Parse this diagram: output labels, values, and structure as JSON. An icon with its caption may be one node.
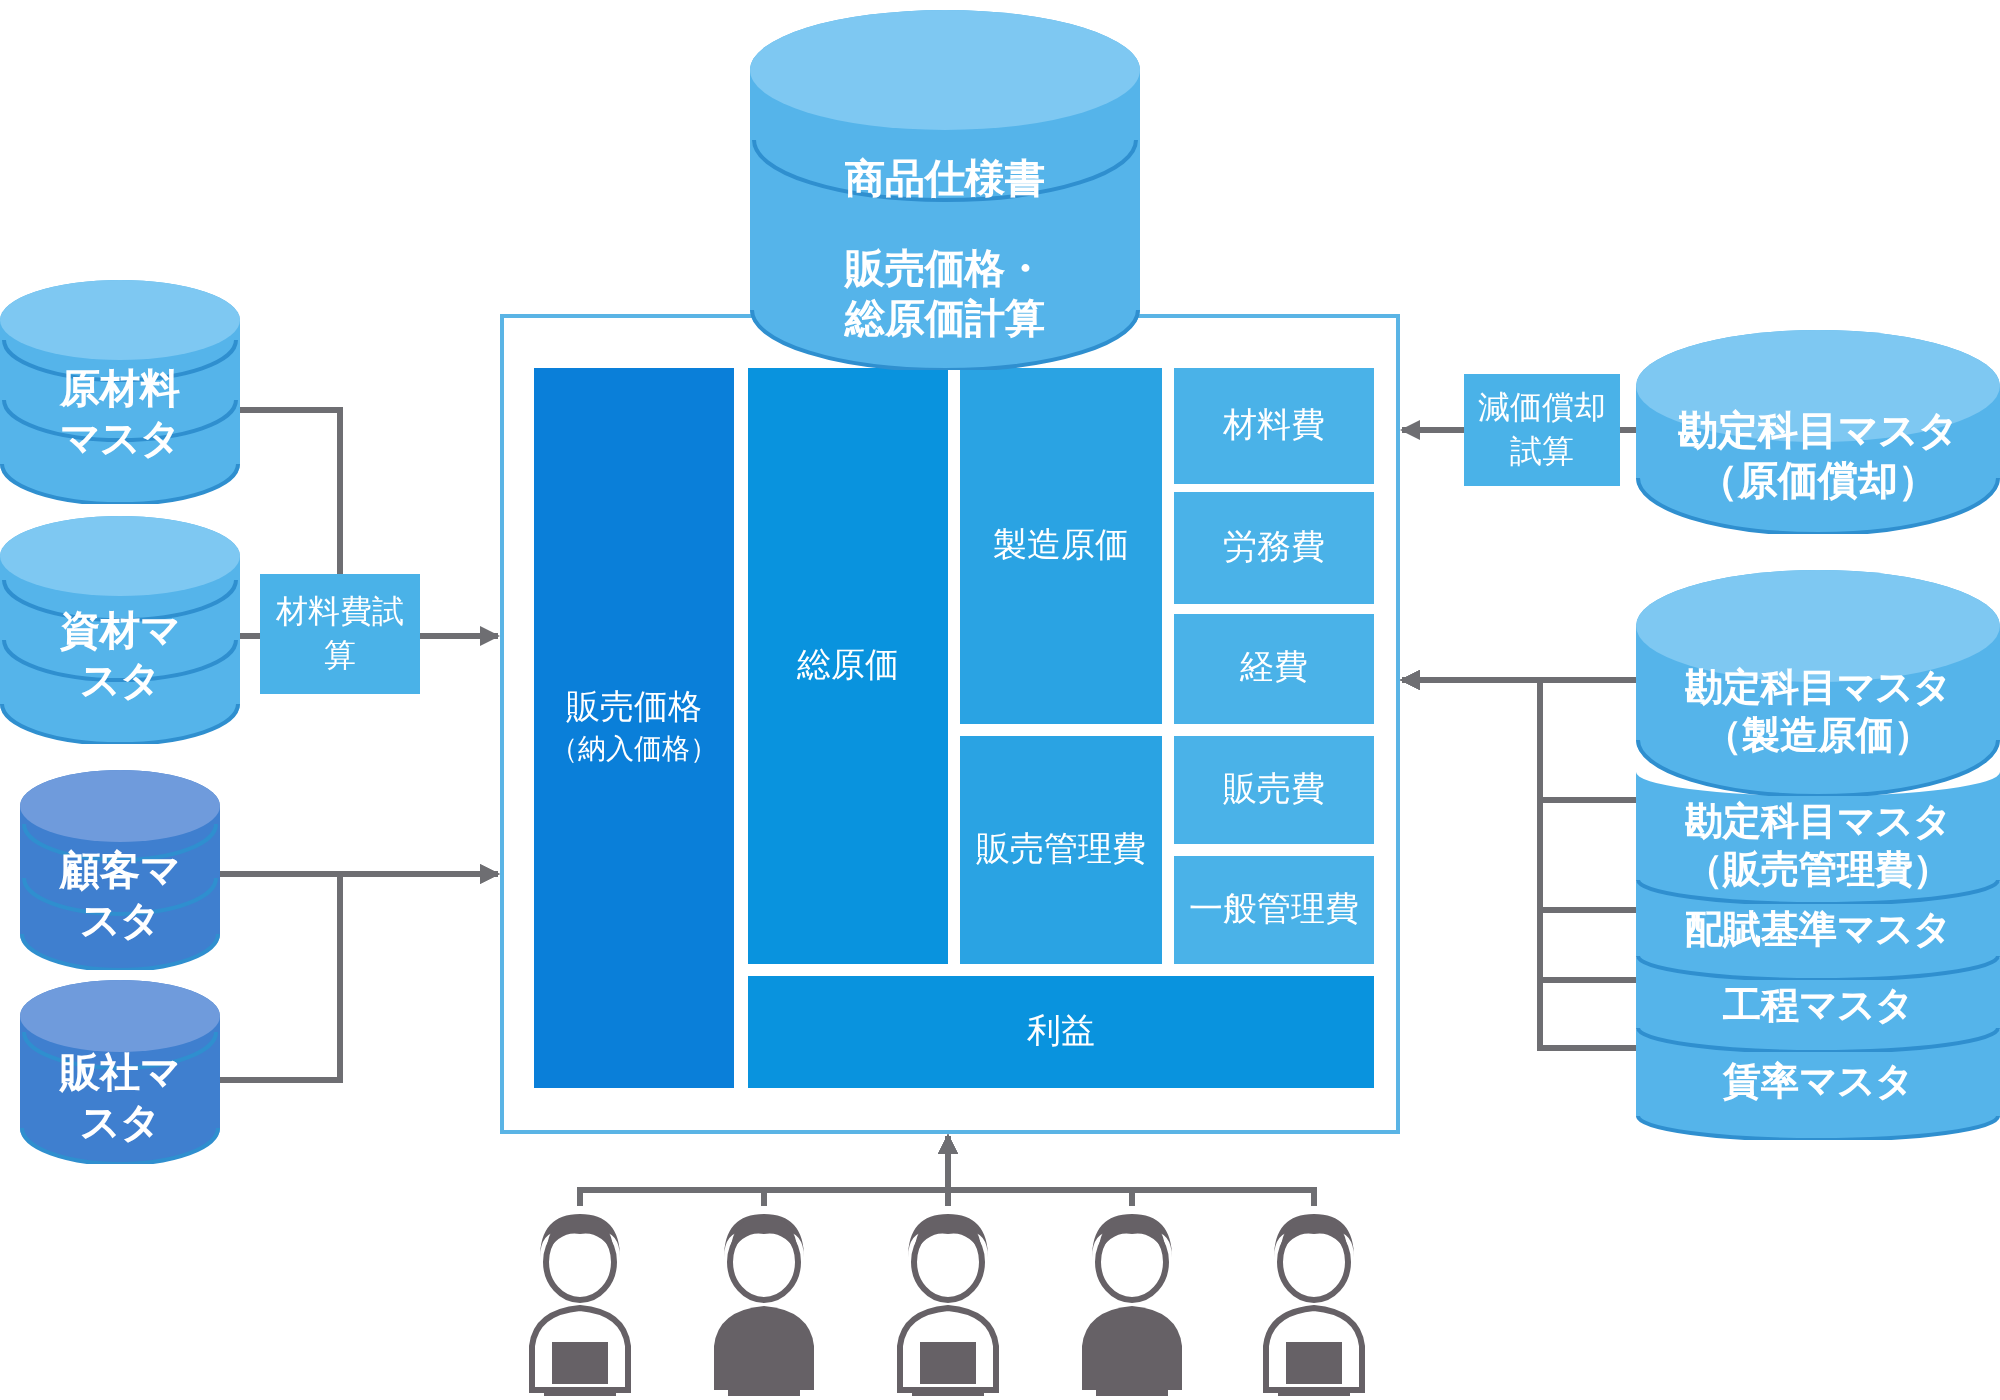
{
  "diagram": {
    "nodes": [
      {
        "text": [],
        "shape": "box"
      },
      {
        "text": [
          "商品仕様書",
          "販売価格・総原価計算"
        ]
      },
      {
        "text": [
          "販売価格",
          "（納入価格）"
        ],
        "in": 0
      },
      {
        "text": [
          "総原価"
        ],
        "in": 0
      },
      {
        "text": [
          "製造原価"
        ],
        "in": 0
      },
      {
        "text": [
          "材料費"
        ],
        "in": 0
      },
      {
        "text": [
          "労務費"
        ],
        "in": 0
      },
      {
        "text": [
          "経費"
        ],
        "in": 0
      },
      {
        "text": [
          "販売管理費"
        ],
        "in": 0
      },
      {
        "text": [
          "販売費"
        ],
        "in": 0
      },
      {
        "text": [
          "一般管理費"
        ],
        "in": 0
      },
      {
        "text": [
          "利益"
        ],
        "in": 0
      },
      {
        "text": [
          "原材料マスタ"
        ]
      },
      {
        "text": [
          "資材マスタ"
        ]
      },
      {
        "text": [
          "材料費試算"
        ]
      },
      {
        "text": [
          "顧客マスタ"
        ]
      },
      {
        "text": [
          "販社マスタ"
        ]
      },
      {
        "text": [
          "減価償却試算"
        ]
      },
      {
        "text": [
          "勘定科目マスタ（原価償却）"
        ]
      },
      {
        "text": [
          "勘定科目マスタ（製造原価）"
        ]
      },
      {
        "text": [
          "勘定科目マスタ（販売管理費）"
        ]
      },
      {
        "text": [
          "配賦基準マスタ"
        ]
      },
      {
        "text": [
          "工程マスタ"
        ]
      },
      {
        "text": [
          "賃率マスタ"
        ]
      },
      {
        "text": [],
        "shape": "person"
      },
      {
        "text": [],
        "shape": "person"
      },
      {
        "text": [],
        "shape": "person"
      },
      {
        "text": [],
        "shape": "person"
      },
      {
        "text": [],
        "shape": "person"
      }
    ],
    "edges": [
      {
        "from": 12,
        "to": 14,
        "arrow": "none"
      },
      {
        "from": 13,
        "to": 14,
        "arrow": "none"
      },
      {
        "from": 14,
        "to": 0,
        "arrow": "to"
      },
      {
        "from": 15,
        "to": 0,
        "arrow": "to"
      },
      {
        "from": 16,
        "to": 0,
        "arrow": "to"
      },
      {
        "from": 18,
        "to": 17,
        "arrow": "none"
      },
      {
        "from": 17,
        "to": 0,
        "arrow": "to"
      },
      {
        "from": 19,
        "to": 0,
        "arrow": "to"
      },
      {
        "from": 20,
        "to": 0,
        "arrow": "to"
      },
      {
        "from": 21,
        "to": 0,
        "arrow": "to"
      },
      {
        "from": 22,
        "to": 0,
        "arrow": "to"
      },
      {
        "from": 23,
        "to": 0,
        "arrow": "to"
      },
      {
        "from": 24,
        "to": 0,
        "arrow": "to"
      },
      {
        "from": 25,
        "to": 0,
        "arrow": "to"
      },
      {
        "from": 26,
        "to": 0,
        "arrow": "to"
      },
      {
        "from": 27,
        "to": 0,
        "arrow": "to"
      },
      {
        "from": 28,
        "to": 0,
        "arrow": "to"
      }
    ]
  }
}
